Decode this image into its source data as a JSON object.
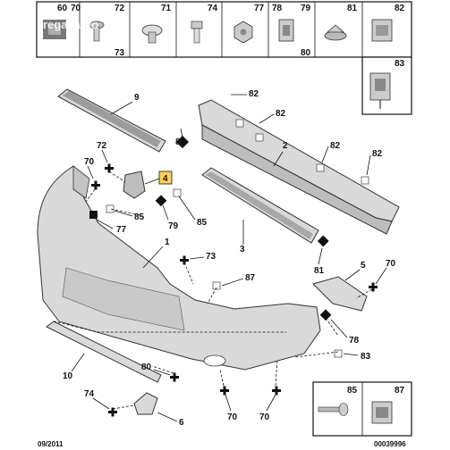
{
  "watermark": "regal auto",
  "date_code": "09/2011",
  "ref_code": "00039996",
  "header_cells": [
    "60",
    "71",
    "74",
    "77",
    "79",
    "81",
    "82"
  ],
  "header_subs": {
    "a": "70",
    "b": "72",
    "c": "73",
    "d": "78",
    "e": "80"
  },
  "side_83": "83",
  "callouts": {
    "c1": "1",
    "c2": "2",
    "c3": "3",
    "c4": "4",
    "c5": "5",
    "c6": "6",
    "c9": "9",
    "c10": "10",
    "c70a": "70",
    "c70b": "70",
    "c70c": "70",
    "c70d": "70",
    "c72": "72",
    "c73": "73",
    "c74": "74",
    "c77": "77",
    "c78": "78",
    "c79": "79",
    "c80": "80",
    "c81a": "81",
    "c81b": "81",
    "c82a": "82",
    "c82b": "82",
    "c82c": "82",
    "c82d": "82",
    "c83": "83",
    "c85a": "85",
    "c85b": "85",
    "c87": "87"
  },
  "inset": {
    "left": "85",
    "right": "87"
  },
  "colors": {
    "part_fill": "#d9d9d9",
    "highlight": "#ffd34d",
    "line": "#111111"
  }
}
